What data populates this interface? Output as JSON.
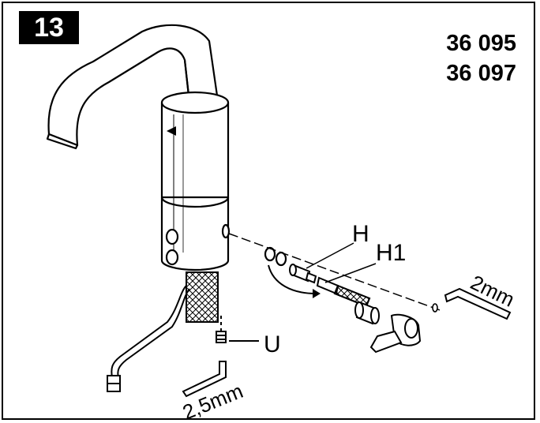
{
  "step": {
    "number": "13"
  },
  "models": [
    "36 095",
    "36 097"
  ],
  "labels": {
    "h": "H",
    "h1": "H1",
    "u": "U",
    "allen_small": "2mm",
    "allen_large": "2,5mm"
  }
}
